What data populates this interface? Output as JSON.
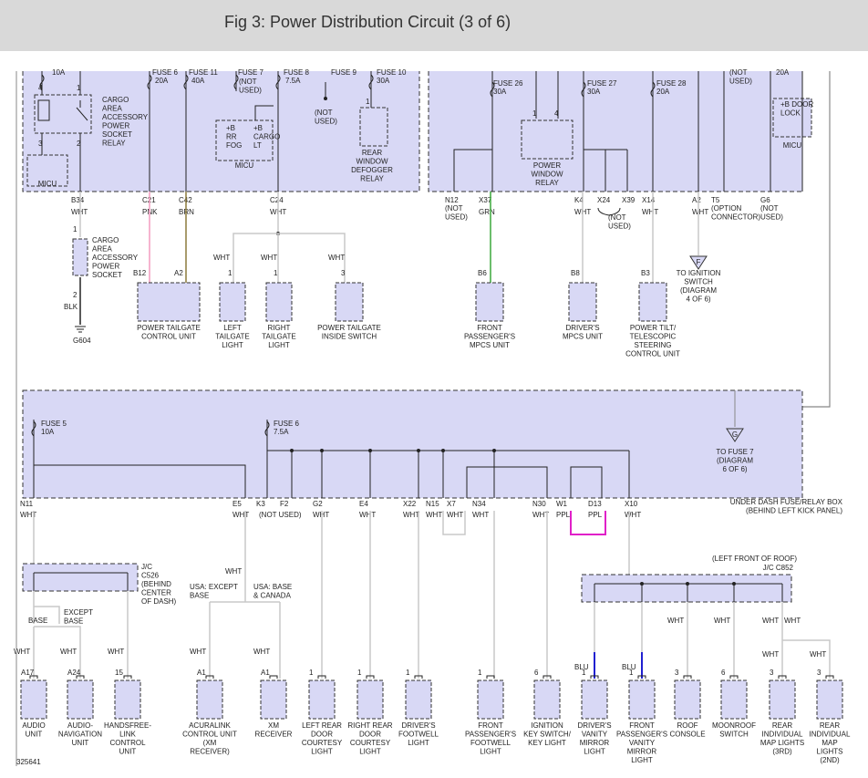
{
  "title": "Fig 3: Power Distribution Circuit (3 of 6)",
  "diagram_id": "325641",
  "colors": {
    "box_fill": "#d8d8f5",
    "wire_default": "#c8c8c8",
    "pnk": "#f29bbf",
    "brn": "#8b7a3a",
    "grn": "#3aa83a",
    "blk": "#222222",
    "ppl": "#e020c8",
    "blu": "#2020d0"
  },
  "top": {
    "fuses": [
      {
        "id": "f_a",
        "label": "10A"
      },
      {
        "id": "f6",
        "label": "FUSE 6",
        "amp": "20A"
      },
      {
        "id": "f11",
        "label": "FUSE 11",
        "amp": "40A"
      },
      {
        "id": "f7",
        "label": "FUSE 7",
        "note": "(NOT USED)"
      },
      {
        "id": "f8",
        "label": "FUSE 8",
        "amp": "7.5A"
      },
      {
        "id": "f9",
        "label": "FUSE 9",
        "note": "(NOT USED)"
      },
      {
        "id": "f10",
        "label": "FUSE 10",
        "amp": "30A"
      },
      {
        "id": "f26a",
        "label": "FUSE 26",
        "amp": "30A"
      },
      {
        "id": "f27",
        "label": "FUSE 27",
        "amp": "30A"
      },
      {
        "id": "f28",
        "label": "FUSE 28",
        "amp": "20A"
      },
      {
        "id": "fnu",
        "label": "(NOT USED)"
      },
      {
        "id": "f20",
        "label": "20A"
      }
    ],
    "cargo_relay": {
      "lines": [
        "CARGO",
        "AREA",
        "ACCESSORY",
        "POWER",
        "SOCKET",
        "RELAY"
      ],
      "pins": [
        "4",
        "1",
        "3",
        "2"
      ]
    },
    "micu": "MICU",
    "micu_box": {
      "pins": [
        "+B RR FOG",
        "+B CARGO LT"
      ]
    },
    "rear_defogger": {
      "pin": "1",
      "lines": [
        "REAR",
        "WINDOW",
        "DEFOGGER",
        "RELAY"
      ]
    },
    "power_window_relay": {
      "pins": [
        "1",
        "4"
      ],
      "lines": [
        "POWER",
        "WINDOW",
        "RELAY"
      ]
    },
    "door_lock": {
      "lines": [
        "+B DOOR",
        "LOCK"
      ],
      "micu": "MICU"
    },
    "connectors": [
      {
        "pin": "B34",
        "wire": "WHT"
      },
      {
        "pin": "C21",
        "wire": "PNK"
      },
      {
        "pin": "C42",
        "wire": "BRN"
      },
      {
        "pin": "C24",
        "wire": "WHT"
      },
      {
        "pin": "N12",
        "wire": "(NOT USED)"
      },
      {
        "pin": "X37",
        "wire": "GRN"
      },
      {
        "pin": "K4",
        "wire": "WHT"
      },
      {
        "pin": "X24",
        "wire": ""
      },
      {
        "pin": "X39",
        "wire": "(NOT USED)"
      },
      {
        "pin": "X14",
        "wire": "WHT"
      },
      {
        "pin": "A2",
        "wire": "WHT"
      },
      {
        "pin": "T5",
        "wire": "(OPTION CONNECTOR)"
      },
      {
        "pin": "G6",
        "wire": "(NOT USED)"
      }
    ],
    "socket": {
      "pin1": "1",
      "pin2": "2",
      "lines": [
        "CARGO",
        "AREA",
        "ACCESSORY",
        "POWER",
        "SOCKET"
      ],
      "wire": "BLK",
      "ground": "G604"
    },
    "loads": [
      {
        "pin": "B12",
        "pin2": "A2",
        "lines": [
          "POWER TAILGATE",
          "CONTROL UNIT"
        ]
      },
      {
        "pin": "1",
        "wire": "WHT",
        "lines": [
          "LEFT",
          "TAILGATE",
          "LIGHT"
        ]
      },
      {
        "pin": "1",
        "wire": "WHT",
        "lines": [
          "RIGHT",
          "TAILGATE",
          "LIGHT"
        ]
      },
      {
        "pin": "3",
        "wire": "WHT",
        "lines": [
          "POWER TAILGATE",
          "INSIDE SWITCH"
        ]
      },
      {
        "pin": "B6",
        "lines": [
          "FRONT",
          "PASSENGER'S",
          "MPCS UNIT"
        ]
      },
      {
        "pin": "B8",
        "lines": [
          "DRIVER'S",
          "MPCS UNIT"
        ]
      },
      {
        "pin": "B3",
        "lines": [
          "POWER TILT/",
          "TELESCOPIC",
          "STEERING",
          "CONTROL UNIT"
        ]
      }
    ],
    "to_ignition": {
      "letter": "F",
      "lines": [
        "TO IGNITION",
        "SWITCH",
        "(DIAGRAM",
        "4 OF 6)"
      ]
    }
  },
  "under_dash": {
    "fuse5": {
      "label": "FUSE 5",
      "amp": "10A"
    },
    "fuse6": {
      "label": "FUSE 6",
      "amp": "7.5A"
    },
    "to_fuse7": {
      "letter": "G",
      "lines": [
        "TO FUSE 7",
        "(DIAGRAM",
        "6 OF 6)"
      ]
    },
    "box_label": [
      "UNDER DASH FUSE/RELAY BOX",
      "(BEHIND LEFT KICK PANEL)"
    ],
    "connectors": [
      {
        "pin": "N11",
        "wire": "WHT"
      },
      {
        "pin": "E5",
        "wire": "WHT"
      },
      {
        "pin": "K3",
        "wire": ""
      },
      {
        "pin": "F2",
        "wire": "(NOT USED)"
      },
      {
        "pin": "G2",
        "wire": "WHT"
      },
      {
        "pin": "E4",
        "wire": "WHT"
      },
      {
        "pin": "X22",
        "wire": "WHT"
      },
      {
        "pin": "N15",
        "wire": "WHT"
      },
      {
        "pin": "X7",
        "wire": "WHT"
      },
      {
        "pin": "N34",
        "wire": "WHT"
      },
      {
        "pin": "N30",
        "wire": "WHT"
      },
      {
        "pin": "W1",
        "wire": "PPL"
      },
      {
        "pin": "D13",
        "wire": "PPL"
      },
      {
        "pin": "X10",
        "wire": "WHT"
      }
    ]
  },
  "jc_c526": [
    "J/C",
    "C526",
    "(BEHIND",
    "CENTER",
    "OF DASH)"
  ],
  "jc_c852": {
    "title": "(LEFT FRONT OF ROOF)",
    "label": "J/C C852"
  },
  "branch_labels": {
    "base": "BASE",
    "except_base": [
      "EXCEPT",
      "BASE"
    ],
    "usa_except": [
      "USA: EXCEPT",
      "BASE"
    ],
    "usa_base": [
      "USA: BASE",
      "& CANADA"
    ],
    "wht": "WHT"
  },
  "bottom_loads": [
    {
      "pin": "A17",
      "wire": "WHT",
      "lines": [
        "AUDIO",
        "UNIT"
      ]
    },
    {
      "pin": "A24",
      "wire": "WHT",
      "lines": [
        "AUDIO-",
        "NAVIGATION",
        "UNIT"
      ]
    },
    {
      "pin": "15",
      "wire": "WHT",
      "lines": [
        "HANDSFREE-",
        "LINK",
        "CONTROL",
        "UNIT"
      ]
    },
    {
      "pin": "A1",
      "wire": "WHT",
      "lines": [
        "ACURALINK",
        "CONTROL UNIT",
        "(XM",
        "RECEIVER)"
      ]
    },
    {
      "pin": "A1",
      "wire": "WHT",
      "lines": [
        "XM",
        "RECEIVER"
      ]
    },
    {
      "pin": "1",
      "wire": "",
      "lines": [
        "LEFT REAR",
        "DOOR",
        "COURTESY",
        "LIGHT"
      ]
    },
    {
      "pin": "1",
      "wire": "",
      "lines": [
        "RIGHT REAR",
        "DOOR",
        "COURTESY",
        "LIGHT"
      ]
    },
    {
      "pin": "1",
      "wire": "",
      "lines": [
        "DRIVER'S",
        "FOOTWELL",
        "LIGHT"
      ]
    },
    {
      "pin": "1",
      "wire": "",
      "lines": [
        "FRONT",
        "PASSENGER'S",
        "FOOTWELL",
        "LIGHT"
      ]
    },
    {
      "pin": "6",
      "wire": "",
      "lines": [
        "IGNITION",
        "KEY SWITCH/",
        "KEY LIGHT"
      ]
    },
    {
      "pin": "1",
      "wire": "BLU",
      "lines": [
        "DRIVER'S",
        "VANITY",
        "MIRROR",
        "LIGHT"
      ]
    },
    {
      "pin": "1",
      "wire": "BLU",
      "lines": [
        "FRONT",
        "PASSENGER'S",
        "VANITY",
        "MIRROR",
        "LIGHT"
      ]
    },
    {
      "pin": "3",
      "wire": "WHT",
      "lines": [
        "ROOF",
        "CONSOLE"
      ]
    },
    {
      "pin": "6",
      "wire": "WHT",
      "lines": [
        "MOONROOF",
        "SWITCH"
      ]
    },
    {
      "pin": "3",
      "wire": "WHT",
      "lines": [
        "REAR",
        "INDIVIDUAL",
        "MAP LIGHTS",
        "(3RD)"
      ]
    },
    {
      "pin": "3",
      "wire": "WHT",
      "lines": [
        "REAR",
        "INDIVIDUAL",
        "MAP",
        "LIGHTS",
        "(2ND)"
      ]
    }
  ]
}
